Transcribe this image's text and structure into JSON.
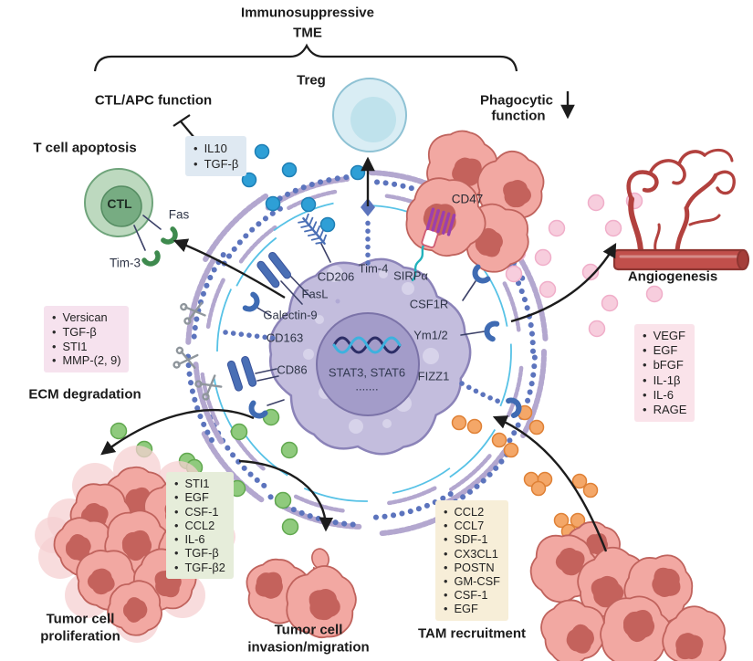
{
  "title": {
    "line1": "Immunosuppressive",
    "line2": "TME"
  },
  "labels": {
    "treg": "Treg",
    "phagocytic_line1": "Phagocytic",
    "phagocytic_line2": "function",
    "ctl_apc": "CTL/APC function",
    "t_cell_apoptosis": "T cell apoptosis",
    "ctl": "CTL",
    "fas": "Fas",
    "tim3": "Tim-3",
    "cd47": "CD47",
    "angiogenesis": "Angiogenesis",
    "ecm_degradation": "ECM degradation",
    "tumor_proliferation_line1": "Tumor cell",
    "tumor_proliferation_line2": "proliferation",
    "tumor_invasion_line1": "Tumor cell",
    "tumor_invasion_line2": "invasion/migration",
    "tam_recruitment": "TAM recruitment"
  },
  "macrophage": {
    "receptors": [
      {
        "id": "cd206",
        "label": "CD206"
      },
      {
        "id": "tim4",
        "label": "Tim-4"
      },
      {
        "id": "sirpa",
        "label": "SIRPα"
      },
      {
        "id": "fasl",
        "label": "FasL"
      },
      {
        "id": "csf1r",
        "label": "CSF1R"
      },
      {
        "id": "galectin9",
        "label": "Galectin-9"
      },
      {
        "id": "cd163",
        "label": "CD163"
      },
      {
        "id": "ym12",
        "label": "Ym1/2"
      },
      {
        "id": "cd86",
        "label": "CD86"
      },
      {
        "id": "fizz1",
        "label": "FIZZ1"
      }
    ],
    "nucleus_line1": "STAT3, STAT6",
    "nucleus_line2": "......."
  },
  "boxes": {
    "ctl_apc_factors": {
      "items": [
        "IL10",
        "TGF-β"
      ]
    },
    "ecm_factors": {
      "items": [
        "Versican",
        "TGF-β",
        "STI1",
        "MMP-(2, 9)"
      ]
    },
    "proliferation_factors": {
      "items": [
        "STI1",
        "EGF",
        "CSF-1",
        "CCL2",
        "IL-6",
        "TGF-β",
        "TGF-β2"
      ]
    },
    "recruitment_factors": {
      "items": [
        "CCL2",
        "CCL7",
        "SDF-1",
        "CX3CL1",
        "POSTN",
        "GM-CSF",
        "CSF-1",
        "EGF"
      ]
    },
    "angiogenesis_factors": {
      "items": [
        "VEGF",
        "EGF",
        "bFGF",
        "IL-1β",
        "IL-6",
        "RAGE"
      ]
    }
  },
  "colors": {
    "macrophage_body": "#c3bddd",
    "macrophage_border": "#8b83b8",
    "macrophage_nucleus": "#a39cc9",
    "macrophage_nucleus_border": "#7b73a8",
    "macrophage_vesicle": "#d7d3ea",
    "ecm_fiber": "#b3a7cf",
    "ecm_bead": "#5c74bd",
    "ecm_thread": "#57c2e6",
    "treg_outer": "#d9edf4",
    "treg_inner": "#bfe2ec",
    "treg_border": "#8fc2d4",
    "ctl_outer": "#bdd9bf",
    "ctl_inner": "#77ac82",
    "ctl_border": "#6fa47b",
    "tumor_body": "#f2a8a2",
    "tumor_border": "#c0635d",
    "tumor_nucleus": "#c4625c",
    "tumor_ghost": "#f5d0d2",
    "vessel_fill": "#c14f4b",
    "vessel_border": "#8e3531",
    "vessel_branch": "#b2413e",
    "receptor_blue": "#4a6fb5",
    "crescent_blue": "#3f6bb3",
    "fas_green": "#3e8a4e",
    "sirpa_teal": "#23b2bc",
    "cd47_purple": "#9b3fae",
    "antibody_red": "#cf5a70",
    "dot_blue": "#2e9fd6",
    "dot_green": "#8fca7d",
    "dot_orange": "#f4a768",
    "dot_pink": "#f7cddd",
    "box_blue": "#dfe9f2",
    "box_rose": "#f6e2ee",
    "box_green": "#e6edda",
    "box_cream": "#f7eed8",
    "box_pink": "#fae3ea",
    "arrow": "#1c1c1c",
    "scissors": "#8f969c",
    "text_dark": "#1b1b1b"
  }
}
